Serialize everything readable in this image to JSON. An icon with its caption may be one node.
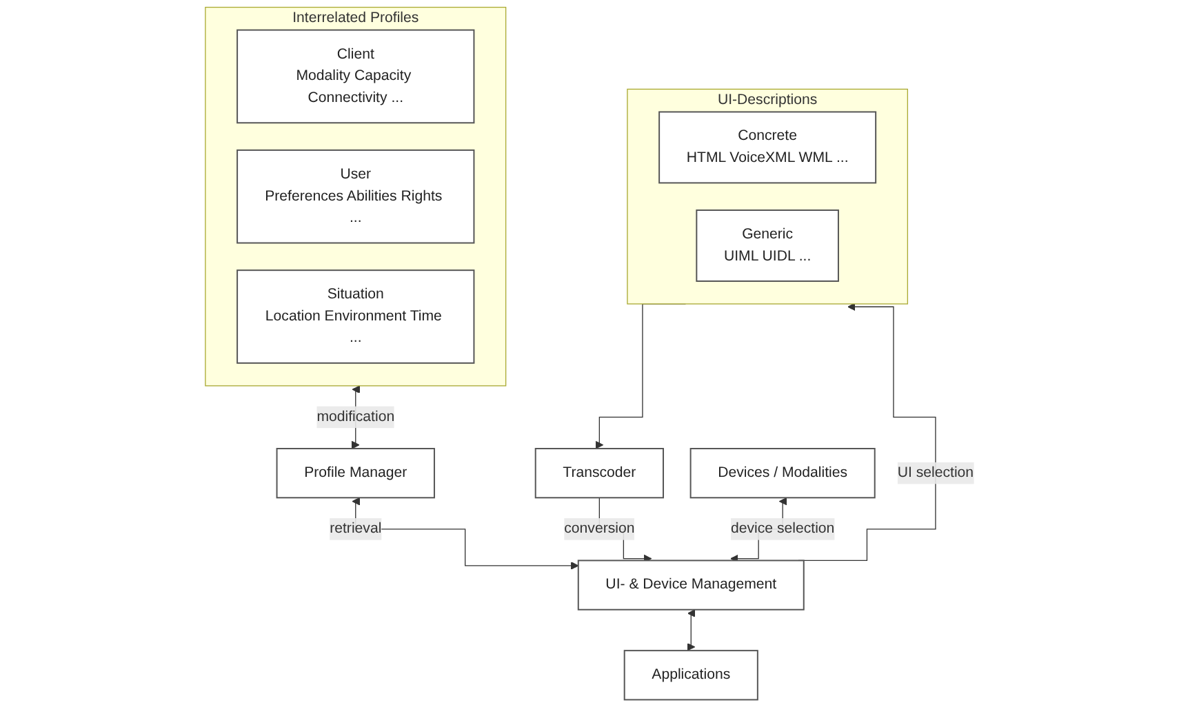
{
  "diagram": {
    "nodes": [
      {
        "text": [
          "Interrelated Profiles"
        ]
      },
      {
        "text": [
          "Client",
          "Modality Capacity Connectivity ..."
        ],
        "in": 0
      },
      {
        "text": [
          "User",
          "Preferences Abilities Rights ..."
        ],
        "in": 0
      },
      {
        "text": [
          "Situation",
          "Location Environment Time ..."
        ],
        "in": 0
      },
      {
        "text": [
          "UI-Descriptions"
        ]
      },
      {
        "text": [
          "Concrete",
          "HTML VoiceXML WML ..."
        ],
        "in": 4
      },
      {
        "text": [
          "Generic",
          "UIML UIDL ..."
        ],
        "in": 4
      },
      {
        "text": [
          "Profile Manager"
        ]
      },
      {
        "text": [
          "Transcoder"
        ]
      },
      {
        "text": [
          "Devices / Modalities"
        ]
      },
      {
        "text": [
          "UI- & Device Management"
        ]
      },
      {
        "text": [
          "Applications"
        ]
      }
    ],
    "edges": [
      {
        "from": 0,
        "to": 7,
        "arrow": "both",
        "label": "modification"
      },
      {
        "from": 4,
        "to": 8,
        "arrow": "to"
      },
      {
        "from": 7,
        "to": 10,
        "arrow": "both",
        "label": "retrieval"
      },
      {
        "from": 8,
        "to": 10,
        "arrow": "to",
        "label": "conversion"
      },
      {
        "from": 10,
        "to": 4,
        "arrow": "to",
        "label": "UI selection"
      },
      {
        "from": 9,
        "to": 10,
        "arrow": "both",
        "label": "device selection"
      },
      {
        "from": 10,
        "to": 11,
        "arrow": "both"
      }
    ]
  }
}
